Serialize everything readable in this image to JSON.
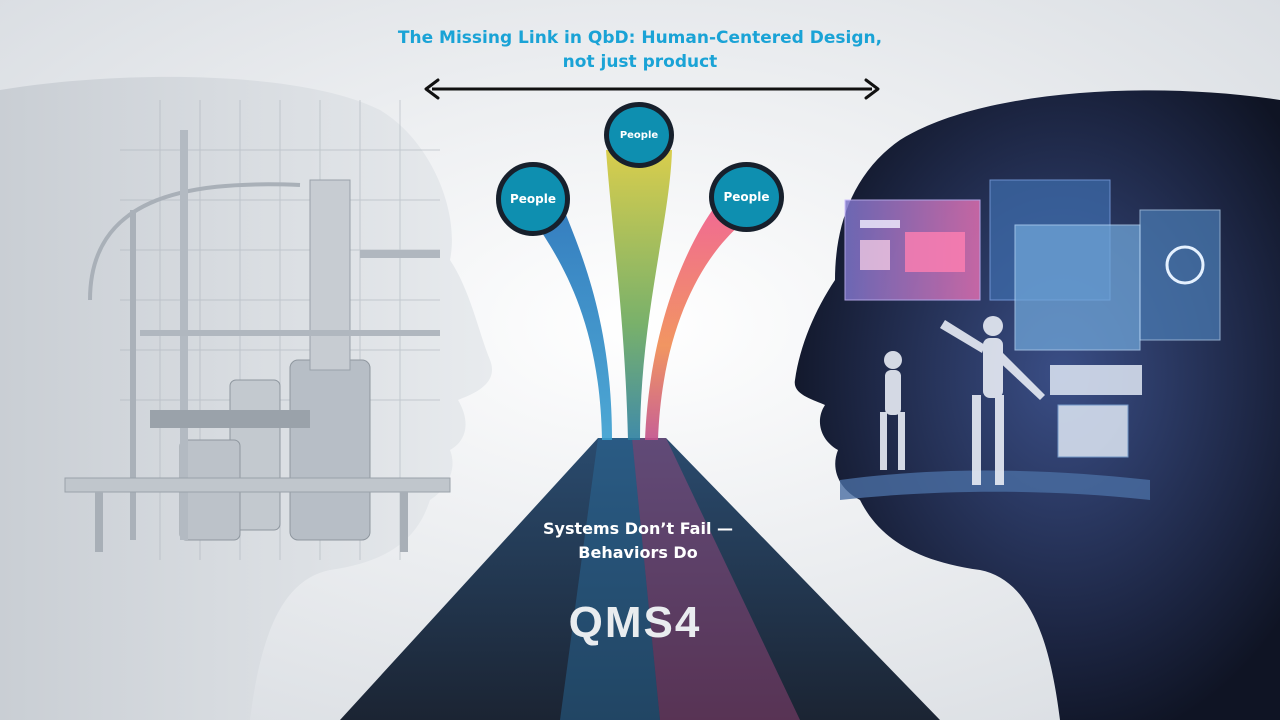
{
  "header": {
    "title_line1": "The Missing Link in QbD: Human-Centered Design,",
    "title_line2": "not just product"
  },
  "bubbles": [
    {
      "label": "People"
    },
    {
      "label": "People"
    },
    {
      "label": "People"
    }
  ],
  "tagline": {
    "line1": "Systems Don’t Fail —",
    "line2": "Behaviors Do"
  },
  "brand": {
    "logo_text": "QMS4"
  },
  "colors": {
    "title": "#1aa3d6",
    "bubble_fill": "#0e8fb0",
    "bubble_border": "#17202c",
    "road": "#1f2f45",
    "stream_blue": "#2f7fc0",
    "stream_yellow": "#c8c23a",
    "stream_pink": "#e0508a"
  },
  "icons": [
    "double-arrow-icon",
    "industrial-plant-illustration",
    "digital-workspace-illustration"
  ]
}
